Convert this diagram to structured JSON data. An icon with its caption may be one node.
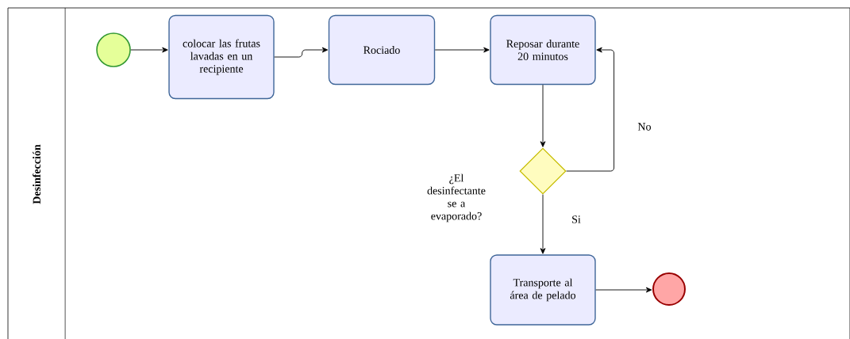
{
  "diagram": {
    "nodes": [
      {
        "text": [
          "Desinfección"
        ]
      },
      {
        "text": [],
        "shape": "circle",
        "in": 0
      },
      {
        "text": [
          "colocar las frutas lavadas en un recipiente"
        ],
        "in": 0
      },
      {
        "text": [
          "Rociado"
        ],
        "in": 0
      },
      {
        "text": [
          "Reposar durante 20 minutos"
        ],
        "in": 0
      },
      {
        "text": [],
        "shape": "diamond",
        "in": 0,
        "beside": [
          "¿El desinfectante se a evaporado?"
        ]
      },
      {
        "text": [
          "Transporte al área de pelado"
        ],
        "in": 0
      },
      {
        "text": [],
        "shape": "circle",
        "in": 0
      }
    ],
    "edges": [
      {
        "from": 1,
        "to": 2,
        "arrow": "to"
      },
      {
        "from": 2,
        "to": 3,
        "arrow": "to"
      },
      {
        "from": 3,
        "to": 4,
        "arrow": "to"
      },
      {
        "from": 4,
        "to": 5,
        "arrow": "to"
      },
      {
        "from": 5,
        "to": 4,
        "arrow": "to",
        "label": "No"
      },
      {
        "from": 5,
        "to": 6,
        "arrow": "to",
        "label": "Si"
      },
      {
        "from": 6,
        "to": 7,
        "arrow": "to"
      }
    ]
  }
}
